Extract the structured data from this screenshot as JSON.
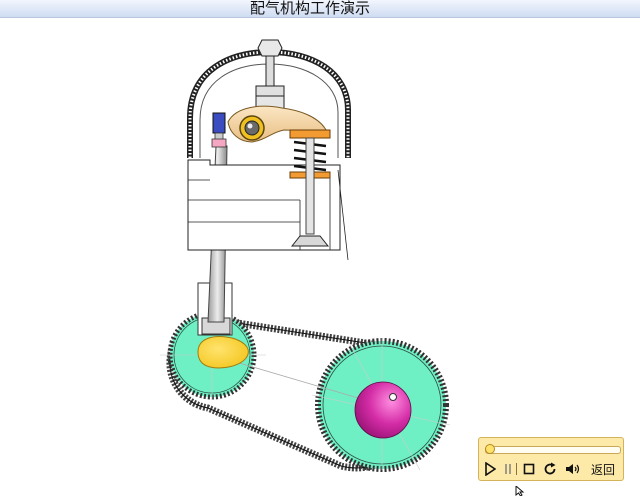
{
  "window": {
    "title": "配气机构工作演示"
  },
  "animation": {
    "colors": {
      "belt_disc": "#6ff0c4",
      "rocker_arm": "#f6d6a4",
      "valve_spring": "#f29b32",
      "cam": "#f3c61d",
      "large_gear_hub": "#cc1f9a"
    }
  },
  "player": {
    "progress": 0.03,
    "icons": [
      "play-icon",
      "pause-icon",
      "stop-icon",
      "replay-icon",
      "volume-icon"
    ],
    "back_label": "返回",
    "panel_color": "#fde9a8"
  }
}
